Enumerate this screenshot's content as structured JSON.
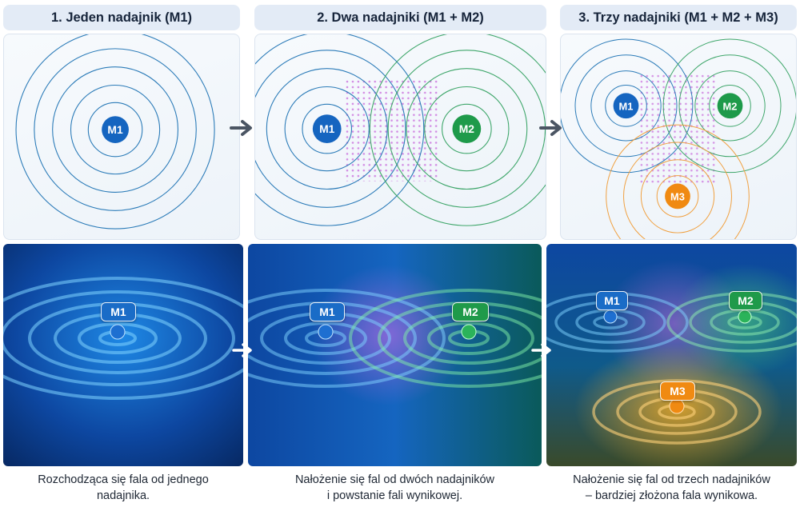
{
  "panels": [
    {
      "title": "1. Jeden nadajnik (M1)",
      "emitters": [
        {
          "label": "M1",
          "color": "#1565c0",
          "ring": "#2b7bb8"
        }
      ],
      "caption": [
        "Rozchodząca się fala od jednego",
        "nadajnika."
      ]
    },
    {
      "title": "2. Dwa nadajniki (M1 + M2)",
      "emitters": [
        {
          "label": "M1",
          "color": "#1565c0",
          "ring": "#2b7bb8"
        },
        {
          "label": "M2",
          "color": "#1e9a4a",
          "ring": "#3ea66a"
        }
      ],
      "caption": [
        "Nałożenie się fal od dwóch nadajników",
        "i powstanie fali wynikowej."
      ]
    },
    {
      "title": "3. Trzy nadajniki (M1 + M2 + M3)",
      "emitters": [
        {
          "label": "M1",
          "color": "#1565c0",
          "ring": "#2b7bb8"
        },
        {
          "label": "M2",
          "color": "#1e9a4a",
          "ring": "#3ea66a"
        },
        {
          "label": "M3",
          "color": "#f08a12",
          "ring": "#f0a040"
        }
      ],
      "caption": [
        "Nałożenie się fal od trzech nadajników",
        "– bardziej złożona fala wynikowa."
      ]
    }
  ],
  "interference_color": "#c04fd6"
}
